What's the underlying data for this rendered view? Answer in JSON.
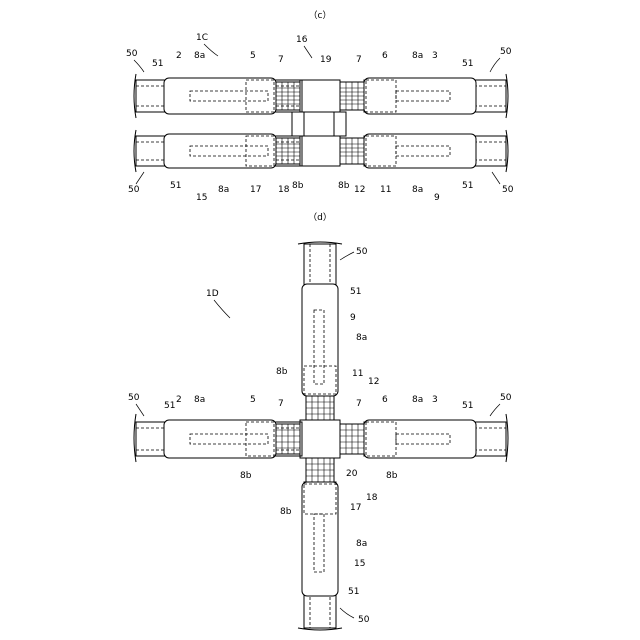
{
  "panel_c": {
    "caption": "（c）",
    "ref": "1C",
    "labels": [
      "50",
      "51",
      "2",
      "8a",
      "5",
      "7",
      "16",
      "19",
      "7",
      "6",
      "8a",
      "3",
      "51",
      "50",
      "50",
      "51",
      "15",
      "8a",
      "17",
      "18",
      "8b",
      "8b",
      "12",
      "11",
      "8a",
      "9",
      "51",
      "50"
    ]
  },
  "panel_d": {
    "caption": "（d）",
    "ref": "1D",
    "labels": [
      "50",
      "51",
      "9",
      "8a",
      "8b",
      "11",
      "12",
      "50",
      "51",
      "2",
      "8a",
      "5",
      "7",
      "7",
      "6",
      "8a",
      "3",
      "51",
      "50",
      "8b",
      "20",
      "8b",
      "8b",
      "18",
      "17",
      "8a",
      "15",
      "51",
      "50"
    ]
  }
}
